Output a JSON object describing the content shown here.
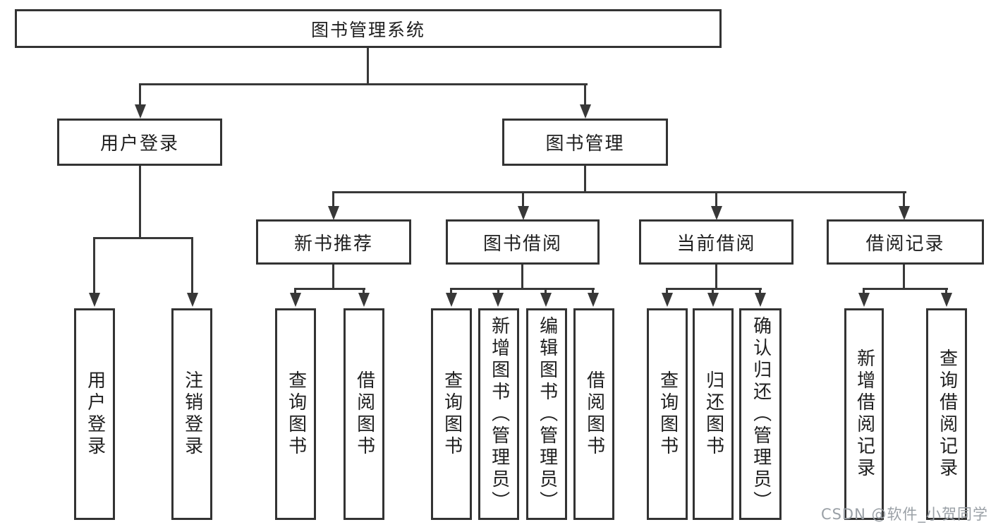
{
  "diagram_title": "图书管理系统",
  "tree": {
    "root": {
      "label": "图书管理系统"
    },
    "branches": [
      {
        "label": "用户登录",
        "children": [
          {
            "label": "用户登录"
          },
          {
            "label": "注销登录"
          }
        ]
      },
      {
        "label": "图书管理",
        "children": [
          {
            "label": "新书推荐",
            "children": [
              {
                "label": "查询图书"
              },
              {
                "label": "借阅图书"
              }
            ]
          },
          {
            "label": "图书借阅",
            "children": [
              {
                "label": "查询图书"
              },
              {
                "label": "新增图书（管理员）"
              },
              {
                "label": "编辑图书（管理员）"
              },
              {
                "label": "借阅图书"
              }
            ]
          },
          {
            "label": "当前借阅",
            "children": [
              {
                "label": "查询图书"
              },
              {
                "label": "归还图书"
              },
              {
                "label": "确认归还（管理员）"
              }
            ]
          },
          {
            "label": "借阅记录",
            "children": [
              {
                "label": "新增借阅记录"
              },
              {
                "label": "查询借阅记录"
              }
            ]
          }
        ]
      }
    ]
  },
  "watermark": {
    "text": "CSDN @软件_小贺同学"
  },
  "colors": {
    "line": "#383838",
    "border": "#333333",
    "text": "#1f1f1f",
    "watermark": "#9aa0a6",
    "background": "#ffffff"
  }
}
